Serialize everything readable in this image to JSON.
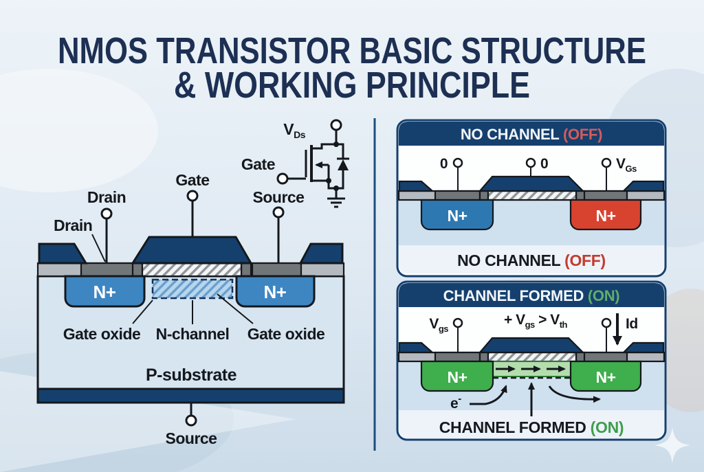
{
  "title": {
    "line1": "NMOS TRANSISTOR BASIC STRUCTURE",
    "line2": "& WORKING PRINCIPLE"
  },
  "colors": {
    "navy": "#15406e",
    "title_navy": "#1d3053",
    "gray_light": "#b4bac0",
    "gray_dark": "#717679",
    "nplus_blue": "#3e86c2",
    "nplus_blue_panel": "#2e78b2",
    "nplus_red": "#d8432f",
    "nplus_green": "#3fae4c",
    "channel_green": "#b4ddad",
    "body_blue": "#d7e5f1",
    "panel_body_blue": "#cfe0ee",
    "caption_bg": "#edf3f9",
    "off_red_header": "#d45c5c",
    "off_red_caption": "#c23b2e",
    "on_green_header": "#5fae6c",
    "on_green_caption": "#3f9e4d",
    "white_text": "#f2f6fa"
  },
  "main_diagram": {
    "drain_top": "Drain",
    "drain_side": "Drain",
    "gate": "Gate",
    "source": "Source",
    "nplus_left": "N+",
    "nplus_right": "N+",
    "gate_oxide_left": "Gate oxide",
    "n_channel": "N-channel",
    "gate_oxide_right": "Gate oxide",
    "p_substrate": "P-substrate",
    "source_bottom": "Source"
  },
  "circuit_symbol": {
    "v": "V",
    "v_sub": "Ds",
    "gate": "Gate"
  },
  "panel_off": {
    "header_main": "NO CHANNEL ",
    "header_state": "(OFF)",
    "terminal_left": "0",
    "terminal_center": "0",
    "terminal_right_v": "V",
    "terminal_right_sub": "Gs",
    "nplus_left": "N+",
    "nplus_right": "N+",
    "caption_main": "NO CHANNEL ",
    "caption_state": "(OFF)"
  },
  "panel_on": {
    "header_main": "CHANNEL FORMED ",
    "header_state": "(ON)",
    "terminal_left_v": "V",
    "terminal_left_sub": "gs",
    "formula_p1": "+ V",
    "formula_sub1": "gs",
    "formula_p2": " > V",
    "formula_sub2": "th",
    "current_label": "Id",
    "nplus_left": "N+",
    "nplus_right": "N+",
    "electron": "e",
    "electron_sup": "-",
    "caption_main": "CHANNEL FORMED ",
    "caption_state": "(ON)"
  }
}
